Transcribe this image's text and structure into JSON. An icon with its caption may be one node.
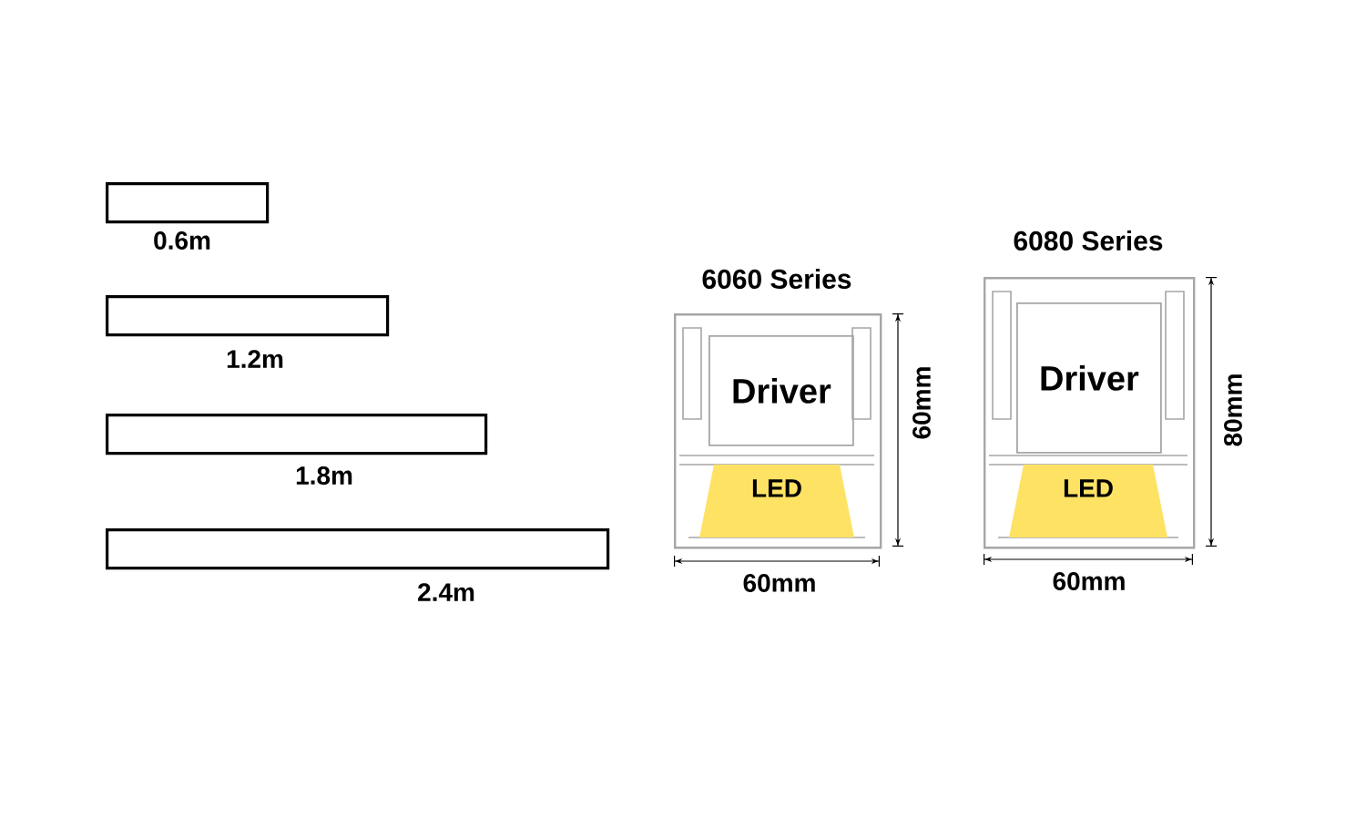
{
  "diagram": {
    "nodes": [
      {
        "text": [],
        "shape": "bar",
        "beside": [
          "0.6m"
        ]
      },
      {
        "text": [],
        "shape": "bar",
        "beside": [
          "1.2m"
        ]
      },
      {
        "text": [],
        "shape": "bar",
        "beside": [
          "1.8m"
        ]
      },
      {
        "text": [],
        "shape": "bar",
        "beside": [
          "2.4m"
        ]
      },
      {
        "text": [
          "6060 Series"
        ]
      },
      {
        "text": [
          "Driver"
        ],
        "in": 4
      },
      {
        "text": [
          "LED"
        ],
        "in": 4
      },
      {
        "text": [
          "6080 Series"
        ]
      },
      {
        "text": [
          "Driver"
        ],
        "in": 7
      },
      {
        "text": [
          "LED"
        ],
        "in": 7
      }
    ],
    "edges": [],
    "labels": [
      "60mm",
      "60mm",
      "80mm",
      "60mm"
    ]
  }
}
